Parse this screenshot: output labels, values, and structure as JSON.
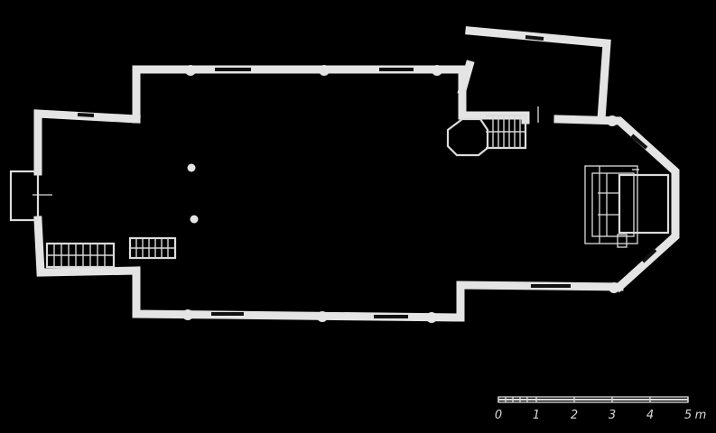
{
  "drawing": {
    "background": "#000000",
    "line_color": "#e4e4e4"
  },
  "scale_bar": {
    "labels": [
      "0",
      "1",
      "2",
      "3",
      "4",
      "5"
    ],
    "unit": "m"
  }
}
